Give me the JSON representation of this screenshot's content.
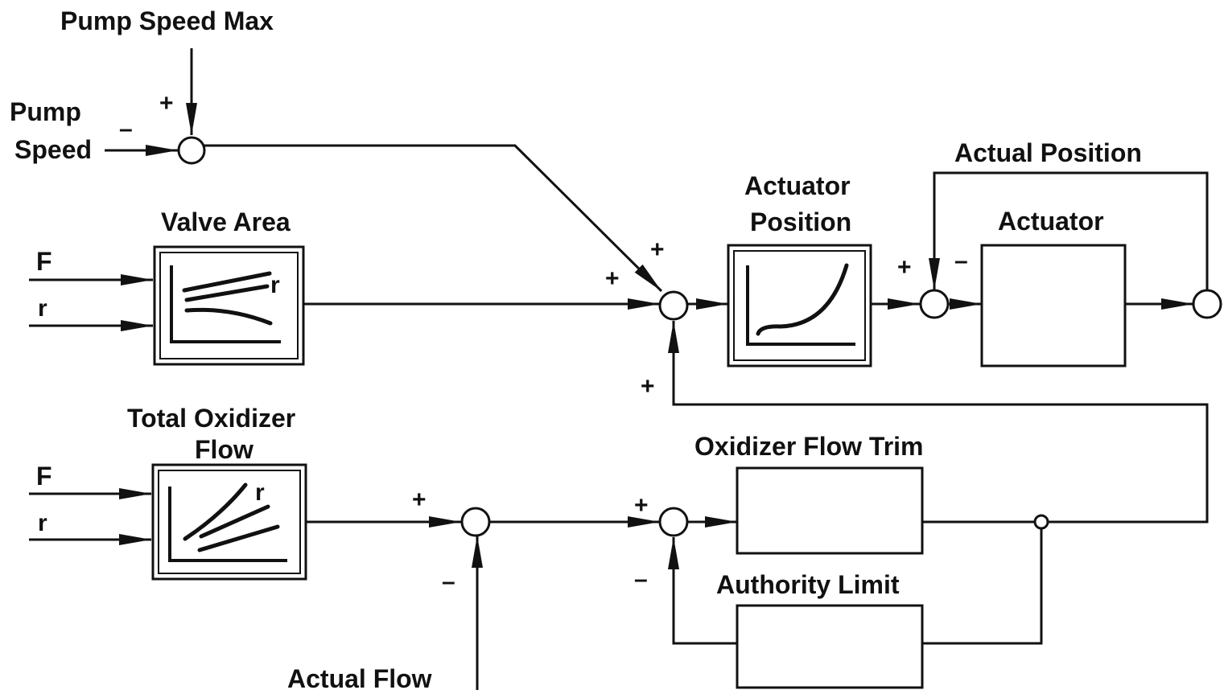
{
  "labels": {
    "pump_speed_max": "Pump Speed Max",
    "pump": "Pump",
    "speed": "Speed",
    "valve_area": "Valve Area",
    "actuator_position_1": "Actuator",
    "actuator_position_2": "Position",
    "actual_position": "Actual Position",
    "actuator": "Actuator",
    "total_oxidizer_1": "Total Oxidizer",
    "total_oxidizer_2": "Flow",
    "oxidizer_flow_trim": "Oxidizer Flow Trim",
    "authority_limit": "Authority Limit",
    "actual_flow": "Actual Flow",
    "input_f_1": "F",
    "input_r_1": "r",
    "input_f_2": "F",
    "input_r_2": "r",
    "curve_r_1": "r",
    "curve_r_2": "r"
  },
  "signs": {
    "pump_plus": "+",
    "pump_minus": "–",
    "sum2_top_plus": "+",
    "sum2_left_plus": "+",
    "sum2_bottom_plus": "+",
    "sum3_plus": "+",
    "sum3_minus": "–",
    "sum4_plus": "+",
    "sum4_minus": "–",
    "sum5_plus": "+",
    "sum5_minus": "–"
  }
}
